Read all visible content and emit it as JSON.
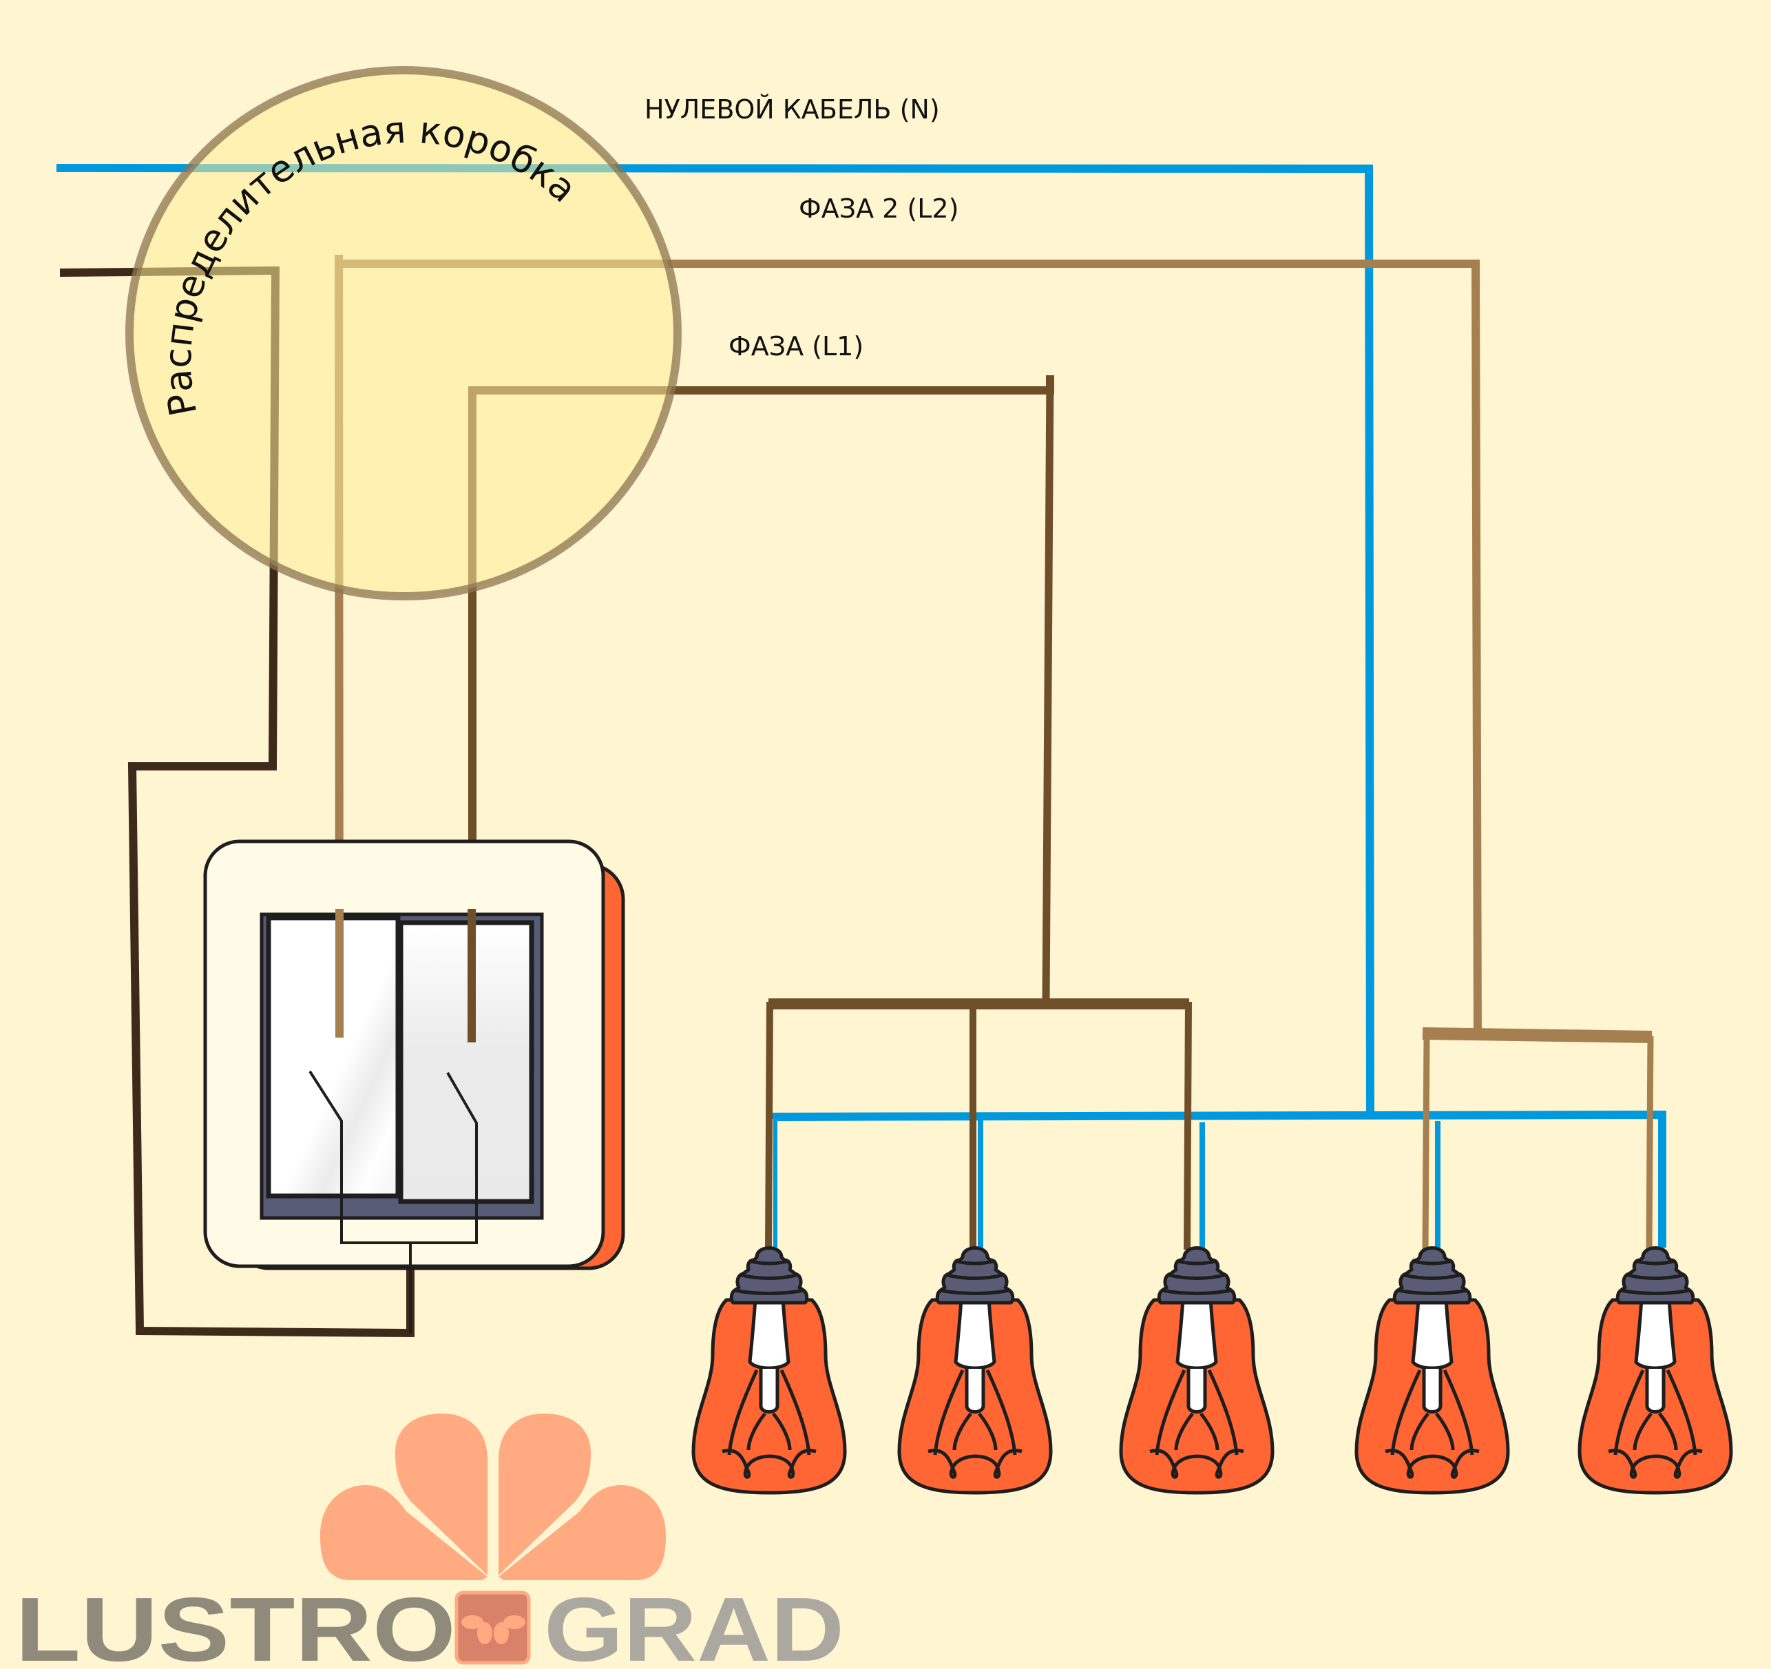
{
  "labels": {
    "neutral": "НУЛЕВОЙ КАБЕЛЬ (N)",
    "phase2": "ФАЗА 2 (L2)",
    "phase1": "ФАЗА (L1)",
    "junction_box": "Распределительная коробка"
  },
  "logo": {
    "part1": "LUSTRO",
    "part2": "GRAD"
  },
  "colors": {
    "background": "#FFF5D0",
    "neutral_wire": "#0099DD",
    "phase1_wire": "#6F4E2A",
    "phase2_wire": "#A57F50",
    "supply_wire": "#3E2A1A",
    "junction_box_fill": "#FFEC99",
    "junction_box_stroke": "#8C7450",
    "bulb_glass": "#FF6633",
    "bulb_socket": "#5A5C75",
    "switch_frame": "#FFFBE6",
    "switch_shadow": "#FF6633",
    "switch_plate": "#585B75",
    "logo_petals": "#FFAA80",
    "logo_box": "#D9826A",
    "logo_text_dark": "#8F8A7A",
    "logo_text_light": "#ABA8A0"
  },
  "bulbs": [
    {
      "id": "bulb-1",
      "group": "L1"
    },
    {
      "id": "bulb-2",
      "group": "L1"
    },
    {
      "id": "bulb-3",
      "group": "L1"
    },
    {
      "id": "bulb-4",
      "group": "L2"
    },
    {
      "id": "bulb-5",
      "group": "L2"
    }
  ],
  "switch": {
    "type": "two-gang",
    "keys": [
      "key-1",
      "key-2"
    ]
  }
}
